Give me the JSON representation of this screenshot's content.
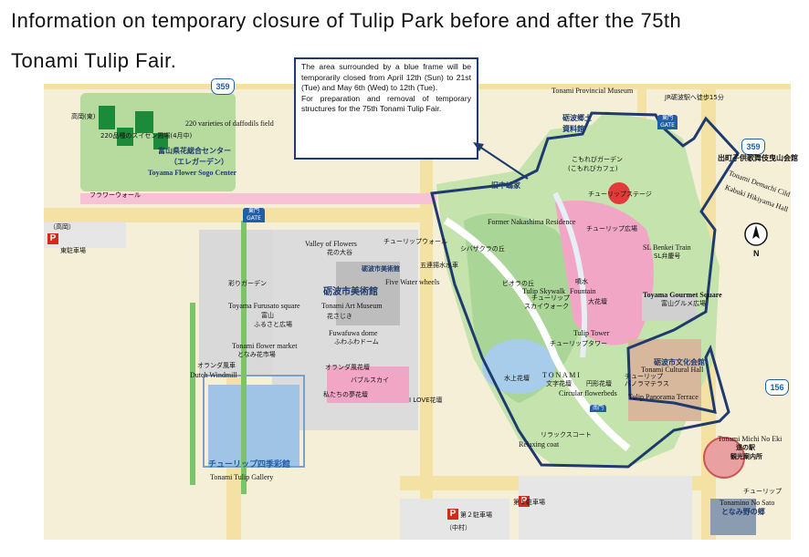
{
  "title_line1": "Information on temporary closure of Tulip Park before and after the 75th",
  "title_line2": "Tonami Tulip Fair.",
  "notice": {
    "line1": "The area surrounded by a blue frame will be temporarily closed from April 12th (Sun) to 21st (Tue) and May 6th (Wed) to 12th (Tue).",
    "line2": "For preparation and removal of temporary structures for the 75th Tonami Tulip Fair."
  },
  "routes": {
    "r359_top": "359",
    "r359_right": "359",
    "r156": "156"
  },
  "labels": {
    "daffodil_field_en": "220 varieties of daffodils field",
    "daffodil_field_jp": "220品種のスイセン圃場(4月中)",
    "flower_center_jp1": "富山県花総合センター",
    "flower_center_jp2": "（エレガーデン）",
    "flower_center_en": "Toyama Flower Sogo Center",
    "flower_wall_jp": "フラワーウォール",
    "takaoka_top": "高岡(東)",
    "takaoka_left": "（高岡）",
    "east_parking": "東駐車場",
    "east_gate1": "東門",
    "gate": "GATE",
    "valley_en": "Valley of Flowers",
    "valley_jp": "花の大谷",
    "tulip_wall_jp": "チューリップウォール",
    "art_museum_jp_small": "砺波市美術館",
    "art_museum_jp": "砺波市美術館",
    "art_museum_en": "Tonami Art Museum",
    "hanasaki_jp": "花さじき",
    "five_wheels_jp": "五連揚水水車",
    "five_wheels_en": "Five Water wheels",
    "irodori_garden_jp": "彩りガーデン",
    "furusato_en": "Toyama Furusato square",
    "furusato_jp1": "富山",
    "furusato_jp2": "ふるさと広場",
    "flower_market_en": "Tonami flower market",
    "flower_market_jp": "となみ花市場",
    "windmill_jp": "オランダ風車",
    "windmill_en": "Dutch Windmill",
    "fuwafuwa_en": "Fuwafuwa dome",
    "fuwafuwa_jp": "ふわふわドーム",
    "dutch_garden_jp": "オランダ風花壇",
    "bubble_sky_jp": "バブルスカイ",
    "dream_bed_jp": "私たちの夢花壇",
    "i_love": "I LOVE花壇",
    "gallery_jp": "チューリップ四季彩館",
    "gallery_en": "Tonami Tulip Gallery",
    "parking2_jp": "第２駐車場",
    "parking2_sub": "（中村）",
    "parking1_jp": "第１駐車場",
    "provincial_museum_en": "Tonami Provincial Museum",
    "provincial_museum_jp1": "砺波郷土",
    "provincial_museum_jp2": "資料館",
    "jr_station": "JR砺波駅へ徒歩15分",
    "east_gate2": "東門",
    "demachi_jp": "出町子供歌舞伎曳山会館",
    "demachi_en1": "Tonami Demachi Cild",
    "demachi_en2": "Kabuki Hikiyama Hall",
    "moreni_jp1": "こもれびガーデン",
    "moreni_jp2": "(こもれびカフェ)",
    "tulip_stage_jp": "チューリップステージ",
    "nakashima_jp": "旧中嶋家",
    "nakashima_en": "Former Nakashima Residence",
    "tulip_plaza_jp": "チューリップ広場",
    "shibazakura_jp": "シバザクラの丘",
    "sl_train_en": "SL Benkei Train",
    "sl_train_jp": "SL弁慶号",
    "biotope_jp": "ビオラの丘",
    "skywalk_en": "Tulip Skywalk",
    "skywalk_jp1": "チューリップ",
    "skywalk_jp2": "スカイウォーク",
    "fountain_jp": "噴水",
    "fountain_en": "Fountain",
    "big_bed_jp": "大花壇",
    "gourmet_en": "Toyama Gourmet Square",
    "gourmet_jp": "富山グルメ広場",
    "tulip_tower_en": "Tulip Tower",
    "tulip_tower_jp": "チューリップタワー",
    "cultural_hall_jp": "砺波市文化会館",
    "cultural_hall_en": "Tonami Cultural Hall",
    "panorama_jp1": "チューリップ",
    "panorama_jp2": "パノラマテラス",
    "panorama_en": "Tulip Panorama Terrace",
    "water_bed_jp": "水上花壇",
    "tonami": "T O N A M I",
    "moji_bed_jp": "文字花壇",
    "circular_jp": "円形花壇",
    "circular_en": "Circular flowerbeds",
    "relax_jp": "リラックスコート",
    "relax_en": "Relaxing coat",
    "south_gate_jp": "南門",
    "michi_en": "Tonami Michi No Eki",
    "michi_jp1": "道の駅",
    "michi_jp2": "観光案内所",
    "nosato_small": "チューリップ",
    "nosato_en": "Tonamino No Sato",
    "nosato_jp": "となみ野の郷",
    "north": "N",
    "parking_p": "P"
  },
  "colors": {
    "closure_frame": "#1e3a6e",
    "park_green": "#a9d596",
    "lawn_green": "#c5e3ac",
    "path": "#e7eef5",
    "flower_pink": "#f2a6c6",
    "building_grey": "#bdbdbd",
    "road_yellow": "#f3e2a4",
    "water_blue": "#a8cdea"
  }
}
